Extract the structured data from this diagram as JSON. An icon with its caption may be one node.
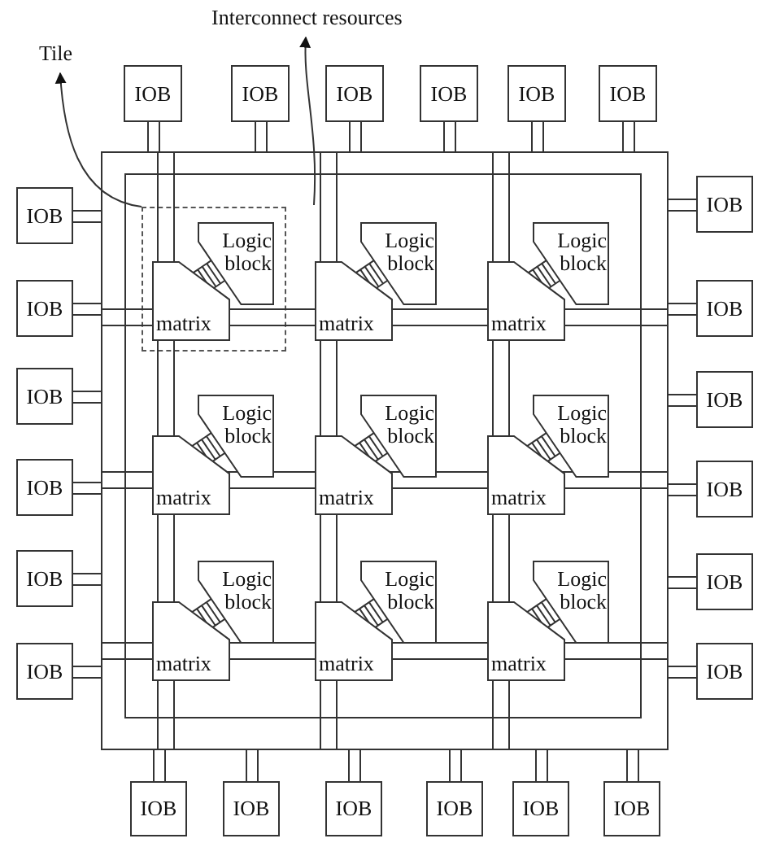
{
  "diagram": {
    "nodes": [
      {
        "text": [
          "Interconnect resources"
        ]
      },
      {
        "text": [
          "Tile"
        ]
      },
      {
        "text": [
          "IOB"
        ]
      },
      {
        "text": [
          "IOB"
        ]
      },
      {
        "text": [
          "IOB"
        ]
      },
      {
        "text": [
          "IOB"
        ]
      },
      {
        "text": [
          "IOB"
        ]
      },
      {
        "text": [
          "IOB"
        ]
      },
      {
        "text": [],
        "shape": "box"
      },
      {
        "text": [
          "IOB"
        ]
      },
      {
        "text": [
          "IOB"
        ]
      },
      {
        "text": [
          "IOB"
        ]
      },
      {
        "text": [
          "IOB"
        ]
      },
      {
        "text": [
          "IOB"
        ]
      },
      {
        "text": [
          "IOB"
        ]
      },
      {
        "text": [
          "IOB"
        ]
      },
      {
        "text": [
          "IOB"
        ]
      },
      {
        "text": [
          "IOB"
        ]
      },
      {
        "text": [
          "IOB"
        ]
      },
      {
        "text": [
          "IOB"
        ]
      },
      {
        "text": [
          "IOB"
        ]
      },
      {
        "text": [],
        "shape": "box",
        "in": 8
      },
      {
        "text": [
          "Logic block"
        ],
        "in": 21
      },
      {
        "text": [
          "matrix"
        ],
        "in": 21
      },
      {
        "text": [
          "Logic block"
        ],
        "in": 8
      },
      {
        "text": [
          "matrix"
        ],
        "in": 8
      },
      {
        "text": [
          "Logic block"
        ],
        "in": 8
      },
      {
        "text": [
          "matrix"
        ],
        "in": 8
      },
      {
        "text": [
          "Logic block"
        ],
        "in": 8
      },
      {
        "text": [
          "matrix"
        ],
        "in": 8
      },
      {
        "text": [
          "Logic block"
        ],
        "in": 8
      },
      {
        "text": [
          "matrix"
        ],
        "in": 8
      },
      {
        "text": [
          "Logic block"
        ],
        "in": 8
      },
      {
        "text": [
          "matrix"
        ],
        "in": 8
      },
      {
        "text": [
          "Logic block"
        ],
        "in": 8
      },
      {
        "text": [
          "matrix"
        ],
        "in": 8
      },
      {
        "text": [
          "Logic block"
        ],
        "in": 8
      },
      {
        "text": [
          "matrix"
        ],
        "in": 8
      },
      {
        "text": [
          "Logic block"
        ],
        "in": 8
      },
      {
        "text": [
          "matrix"
        ],
        "in": 8
      },
      {
        "text": [
          "IOB"
        ]
      },
      {
        "text": [
          "IOB"
        ]
      },
      {
        "text": [
          "IOB"
        ]
      },
      {
        "text": [
          "IOB"
        ]
      },
      {
        "text": [
          "IOB"
        ]
      },
      {
        "text": [
          "IOB"
        ]
      }
    ],
    "edges": [
      {
        "from": 2,
        "to": 8,
        "arrow": "none"
      },
      {
        "from": 3,
        "to": 8,
        "arrow": "none"
      },
      {
        "from": 4,
        "to": 8,
        "arrow": "none"
      },
      {
        "from": 5,
        "to": 8,
        "arrow": "none"
      },
      {
        "from": 6,
        "to": 8,
        "arrow": "none"
      },
      {
        "from": 7,
        "to": 8,
        "arrow": "none"
      },
      {
        "from": 9,
        "to": 8,
        "arrow": "none"
      },
      {
        "from": 10,
        "to": 8,
        "arrow": "none"
      },
      {
        "from": 11,
        "to": 8,
        "arrow": "none"
      },
      {
        "from": 12,
        "to": 8,
        "arrow": "none"
      },
      {
        "from": 13,
        "to": 8,
        "arrow": "none"
      },
      {
        "from": 14,
        "to": 8,
        "arrow": "none"
      },
      {
        "from": 15,
        "to": 8,
        "arrow": "none"
      },
      {
        "from": 16,
        "to": 8,
        "arrow": "none"
      },
      {
        "from": 17,
        "to": 8,
        "arrow": "none"
      },
      {
        "from": 18,
        "to": 8,
        "arrow": "none"
      },
      {
        "from": 19,
        "to": 8,
        "arrow": "none"
      },
      {
        "from": 20,
        "to": 8,
        "arrow": "none"
      },
      {
        "from": 40,
        "to": 8,
        "arrow": "none"
      },
      {
        "from": 41,
        "to": 8,
        "arrow": "none"
      },
      {
        "from": 42,
        "to": 8,
        "arrow": "none"
      },
      {
        "from": 43,
        "to": 8,
        "arrow": "none"
      },
      {
        "from": 44,
        "to": 8,
        "arrow": "none"
      },
      {
        "from": 45,
        "to": 8,
        "arrow": "none"
      },
      {
        "from": 22,
        "to": 23,
        "arrow": "none"
      },
      {
        "from": 24,
        "to": 25,
        "arrow": "none"
      },
      {
        "from": 26,
        "to": 27,
        "arrow": "none"
      },
      {
        "from": 28,
        "to": 29,
        "arrow": "none"
      },
      {
        "from": 30,
        "to": 31,
        "arrow": "none"
      },
      {
        "from": 32,
        "to": 33,
        "arrow": "none"
      },
      {
        "from": 34,
        "to": 35,
        "arrow": "none"
      },
      {
        "from": 36,
        "to": 37,
        "arrow": "none"
      },
      {
        "from": 38,
        "to": 39,
        "arrow": "none"
      },
      {
        "from": 21,
        "to": 1,
        "arrow": "to"
      },
      {
        "from": null,
        "to": 0,
        "arrow": "to"
      }
    ]
  }
}
